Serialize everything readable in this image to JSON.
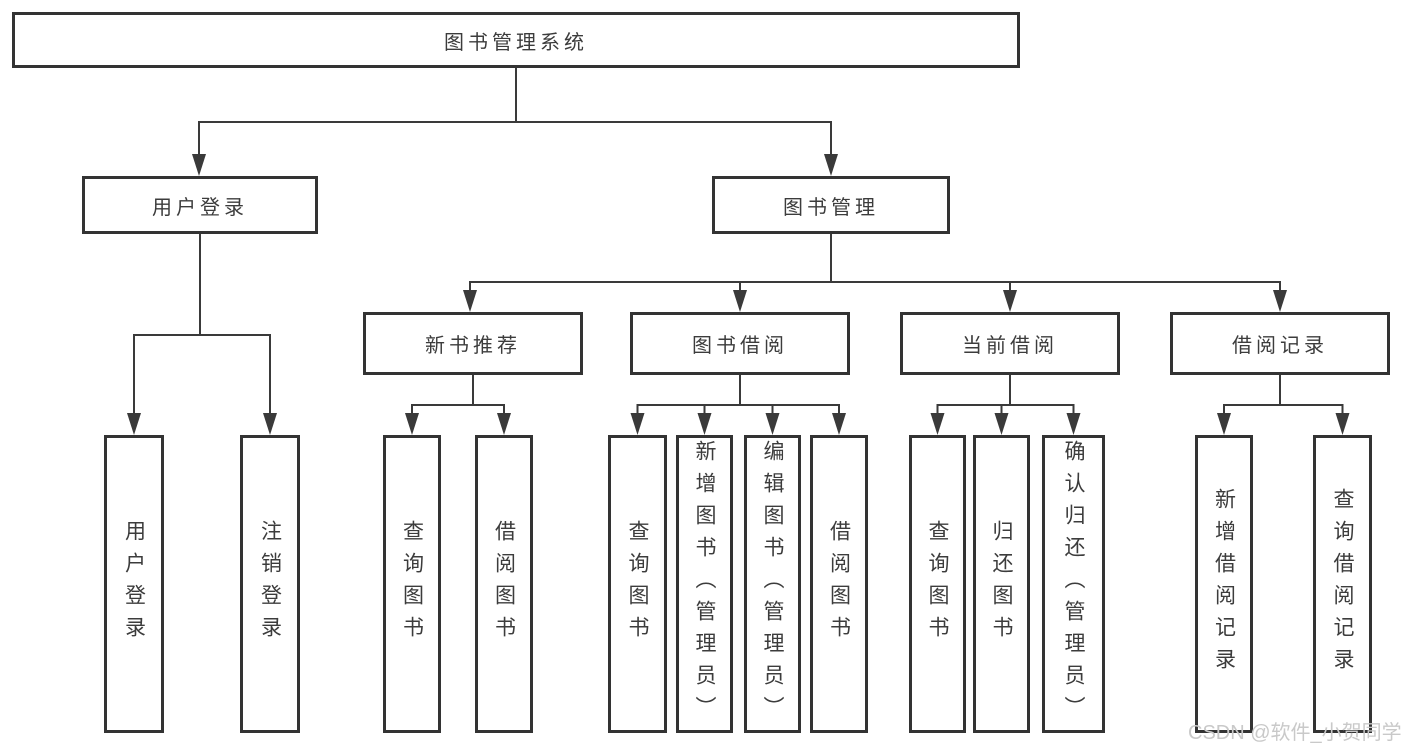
{
  "diagram": {
    "title": "图书管理系统",
    "branches": [
      {
        "label": "用户登录",
        "children": [
          "用户登录",
          "注销登录"
        ]
      },
      {
        "label": "图书管理",
        "children": [
          {
            "label": "新书推荐",
            "children": [
              "查询图书",
              "借阅图书"
            ]
          },
          {
            "label": "图书借阅",
            "children": [
              "查询图书",
              "新增图书（管理员）",
              "编辑图书（管理员）",
              "借阅图书"
            ]
          },
          {
            "label": "当前借阅",
            "children": [
              "查询图书",
              "归还图书",
              "确认归还（管理员）"
            ]
          },
          {
            "label": "借阅记录",
            "children": [
              "新增借阅记录",
              "查询借阅记录"
            ]
          }
        ]
      }
    ]
  },
  "watermark": {
    "text": "CSDN @软件_小贺同学"
  },
  "colors": {
    "line": "#3a3a3a",
    "box_border": "#333333",
    "text": "#3c3c3c",
    "background": "#ffffff",
    "watermark": "#c9c9c9"
  }
}
